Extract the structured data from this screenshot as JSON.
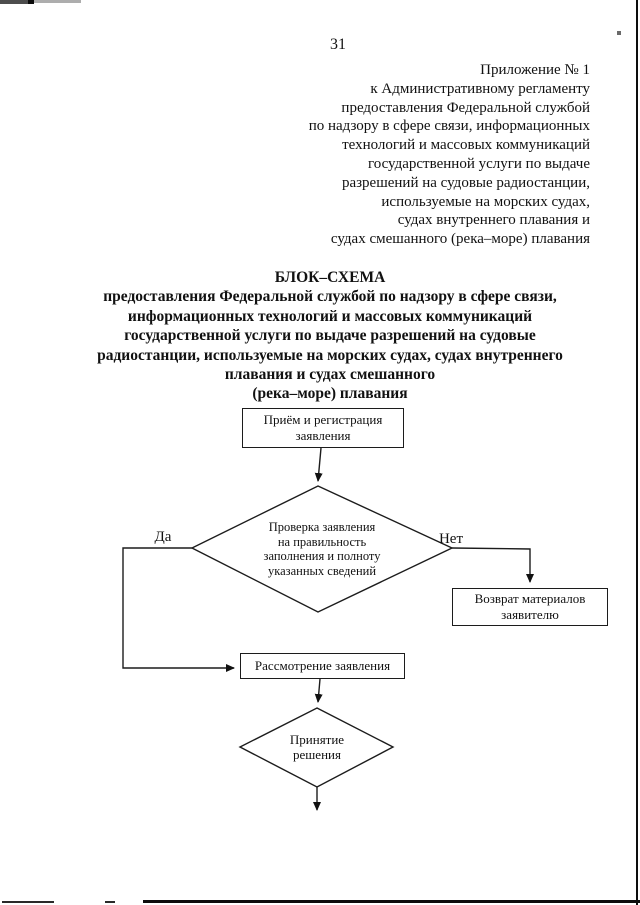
{
  "page": {
    "number": "31",
    "appendix_header": "Приложение № 1\nк Административному регламенту\nпредоставления Федеральной службой\nпо надзору в сфере связи, информационных\nтехнологий и массовых коммуникаций\nгосударственной услуги по выдаче\nразрешений на судовые радиостанции,\nиспользуемые на морских судах,\nсудах внутреннего плавания и\nсудах смешанного (река–море) плавания",
    "title": "БЛОК–СХЕМА\nпредоставления Федеральной службой по надзору в сфере связи,\nинформационных технологий и массовых коммуникаций\nгосударственной услуги по выдаче разрешений на судовые\nрадиостанции, используемые на морских судах, судах внутреннего\nплавания и судах смешанного\n(река–море) плавания"
  },
  "flowchart": {
    "nodes": {
      "receive": {
        "type": "process",
        "text": "Приём и регистрация\nзаявления"
      },
      "check": {
        "type": "decision",
        "text": "Проверка заявления\nна правильность\nзаполнения и полноту\nуказанных сведений"
      },
      "return": {
        "type": "process",
        "text": "Возврат материалов\nзаявителю"
      },
      "review": {
        "type": "process",
        "text": "Рассмотрение заявления"
      },
      "decide": {
        "type": "decision",
        "text": "Принятие\nрешения"
      }
    },
    "edges": [
      {
        "from": "receive",
        "to": "check",
        "label": ""
      },
      {
        "from": "check",
        "to": "review",
        "label": "Да"
      },
      {
        "from": "check",
        "to": "return",
        "label": "Нет"
      },
      {
        "from": "review",
        "to": "decide",
        "label": ""
      },
      {
        "from": "decide",
        "to": null,
        "label": ""
      }
    ]
  },
  "colors": {
    "ink": "#111111",
    "paper": "#ffffff"
  }
}
